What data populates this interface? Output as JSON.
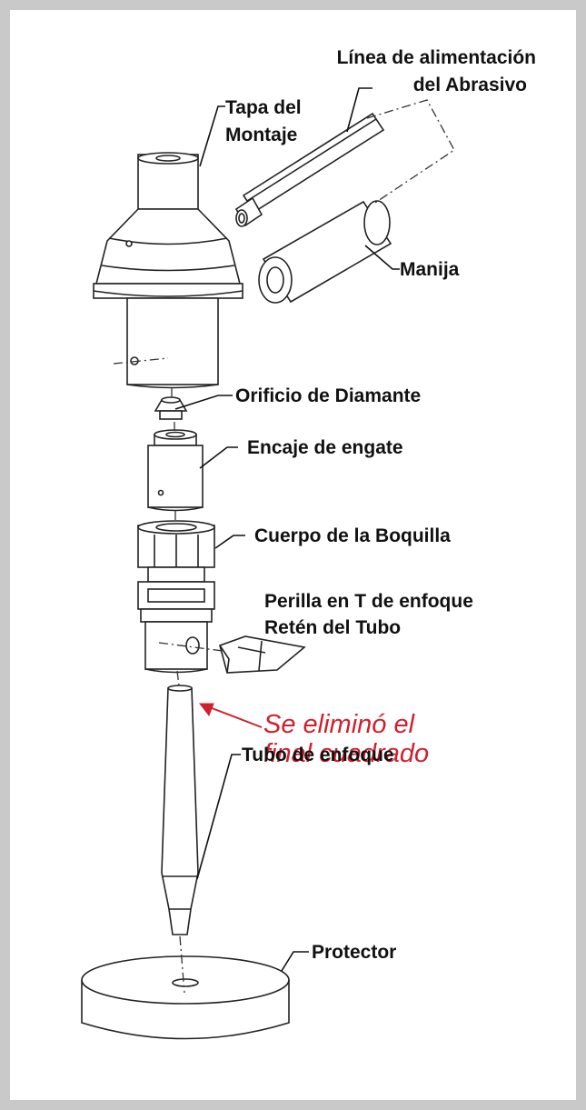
{
  "labels": {
    "feed_line_1": "Línea de alimentación",
    "feed_line_2": "del Abrasivo",
    "mount_cap_1": "Tapa del",
    "mount_cap_2": "Montaje",
    "handle": "Manija",
    "diamond_orifice": "Orificio de Diamante",
    "trigger_fitting": "Encaje de engate",
    "nozzle_body": "Cuerpo de la Boquilla",
    "t_knob": "Perilla en T de enfoque",
    "tube_retainer": "Retén del Tubo",
    "focus_tube": "Tubo de enfoque",
    "protector": "Protector"
  },
  "note": {
    "line1": "Se eliminó el",
    "line2": "final cuadrado",
    "color": "#d0202e"
  }
}
